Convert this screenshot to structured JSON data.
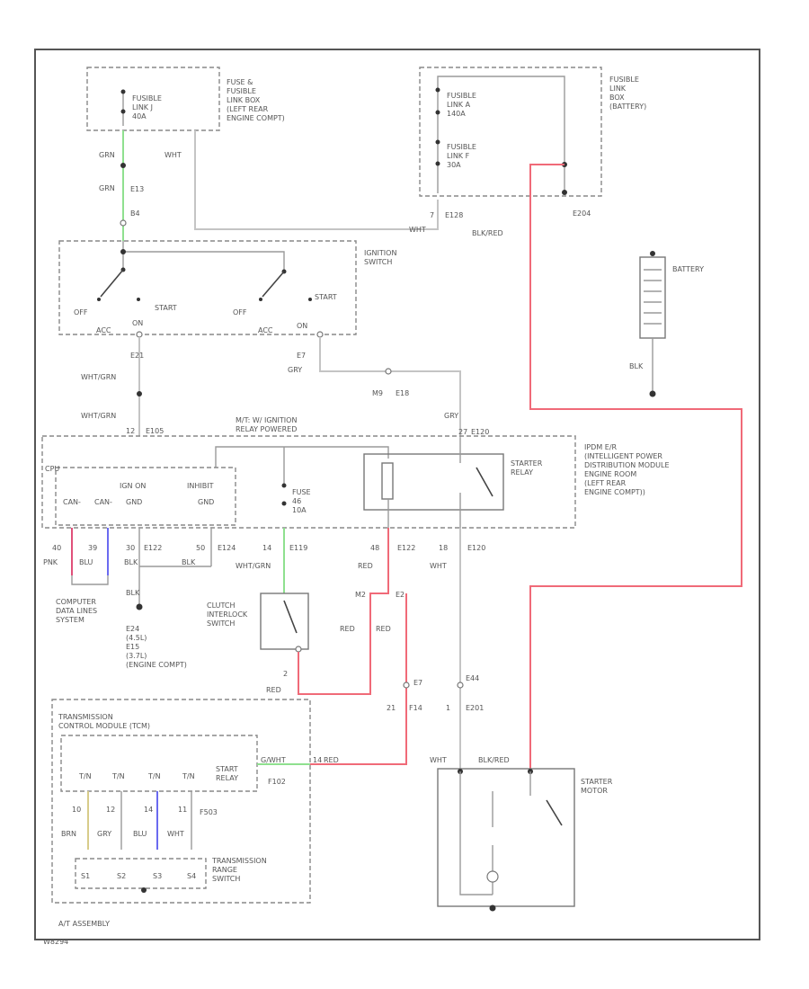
{
  "colors": {
    "red": "#f06a78",
    "green": "#8fe08f",
    "blue": "#6a6af0",
    "pink": "#e0507a",
    "yellow": "#d8cc8a"
  },
  "labels": {
    "fusible_link_j": "FUSIBLE\nLINK J\n40A",
    "fuse_box_left": "FUSE &\nFUSIBLE\nLINK BOX\n(LEFT REAR\nENGINE COMPT)",
    "fusible_link_a": "FUSIBLE\nLINK A\n140A",
    "fusible_link_f": "FUSIBLE\nLINK F\n30A",
    "fusible_link_box_battery": "FUSIBLE\nLINK\nBOX\n(BATTERY)",
    "battery": "BATTERY",
    "ignition_switch": "IGNITION\nSWITCH",
    "ipdm": "IPDM E/R\n(INTELLIGENT POWER\nDISTRIBUTION MODULE\nENGINE ROOM\n(LEFT REAR\nENGINE COMPT))",
    "starter_relay": "STARTER\nRELAY",
    "fuse_46": "FUSE\n46\n10A",
    "cpu": "CPU",
    "ignition_relay_title": "M/T: W/ IGNITION\nRELAY POWERED",
    "computer_lines": "COMPUTER\nDATA LINES\nSYSTEM",
    "ground": "E24\n(4.5L)\nE15\n(3.7L)\n(ENGINE COMPT)",
    "clutch_switch": "CLUTCH\nINTERLOCK\nSWITCH",
    "tcm": "TRANSMISSION\nCONTROL MODULE (TCM)",
    "start_relay_tcm": "START\nRELAY",
    "range_switch": "TRANSMISSION\nRANGE\nSWITCH",
    "starter_motor": "STARTER\nMOTOR",
    "at_assembly": "A/T ASSEMBLY",
    "footer": "W8294"
  }
}
